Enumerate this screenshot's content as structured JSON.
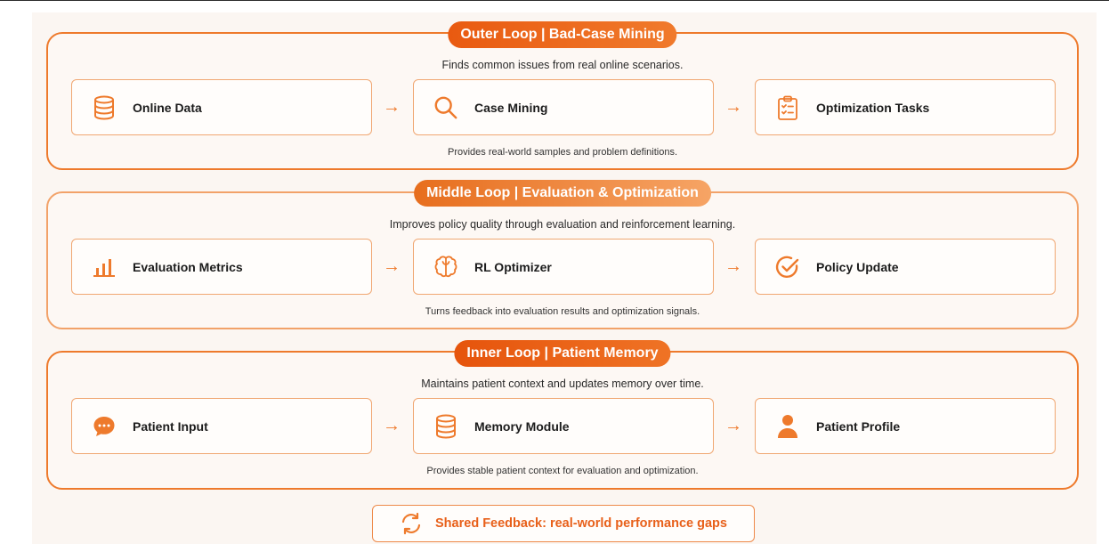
{
  "colors": {
    "accent": "#ee7a2c",
    "accent_dark": "#e95a10",
    "background": "#fbf6f2"
  },
  "outer_loop": {
    "title": "Outer Loop | Bad-Case Mining",
    "description": "Finds common issues from real online scenarios.",
    "footer": "Provides real-world samples and problem definitions.",
    "steps": [
      {
        "label": "Online Data",
        "icon": "database-icon"
      },
      {
        "label": "Case Mining",
        "icon": "search-icon"
      },
      {
        "label": "Optimization Tasks",
        "icon": "clipboard-checklist-icon"
      }
    ]
  },
  "middle_loop": {
    "title": "Middle Loop | Evaluation & Optimization",
    "description": "Improves policy quality through evaluation and reinforcement learning.",
    "footer": "Turns feedback into evaluation results and optimization signals.",
    "steps": [
      {
        "label": "Evaluation Metrics",
        "icon": "bar-chart-icon"
      },
      {
        "label": "RL Optimizer",
        "icon": "brain-icon"
      },
      {
        "label": "Policy Update",
        "icon": "check-circle-icon"
      }
    ]
  },
  "inner_loop": {
    "title": "Inner Loop | Patient Memory",
    "description": "Maintains patient context and updates memory over time.",
    "footer": "Provides stable patient context for evaluation and optimization.",
    "steps": [
      {
        "label": "Patient Input",
        "icon": "chat-bubble-icon"
      },
      {
        "label": "Memory Module",
        "icon": "database-icon"
      },
      {
        "label": "Patient Profile",
        "icon": "person-icon"
      }
    ]
  },
  "arrow_glyph": "→",
  "shared_feedback": {
    "label": "Shared Feedback: real-world performance gaps",
    "icon": "refresh-cycle-icon"
  }
}
